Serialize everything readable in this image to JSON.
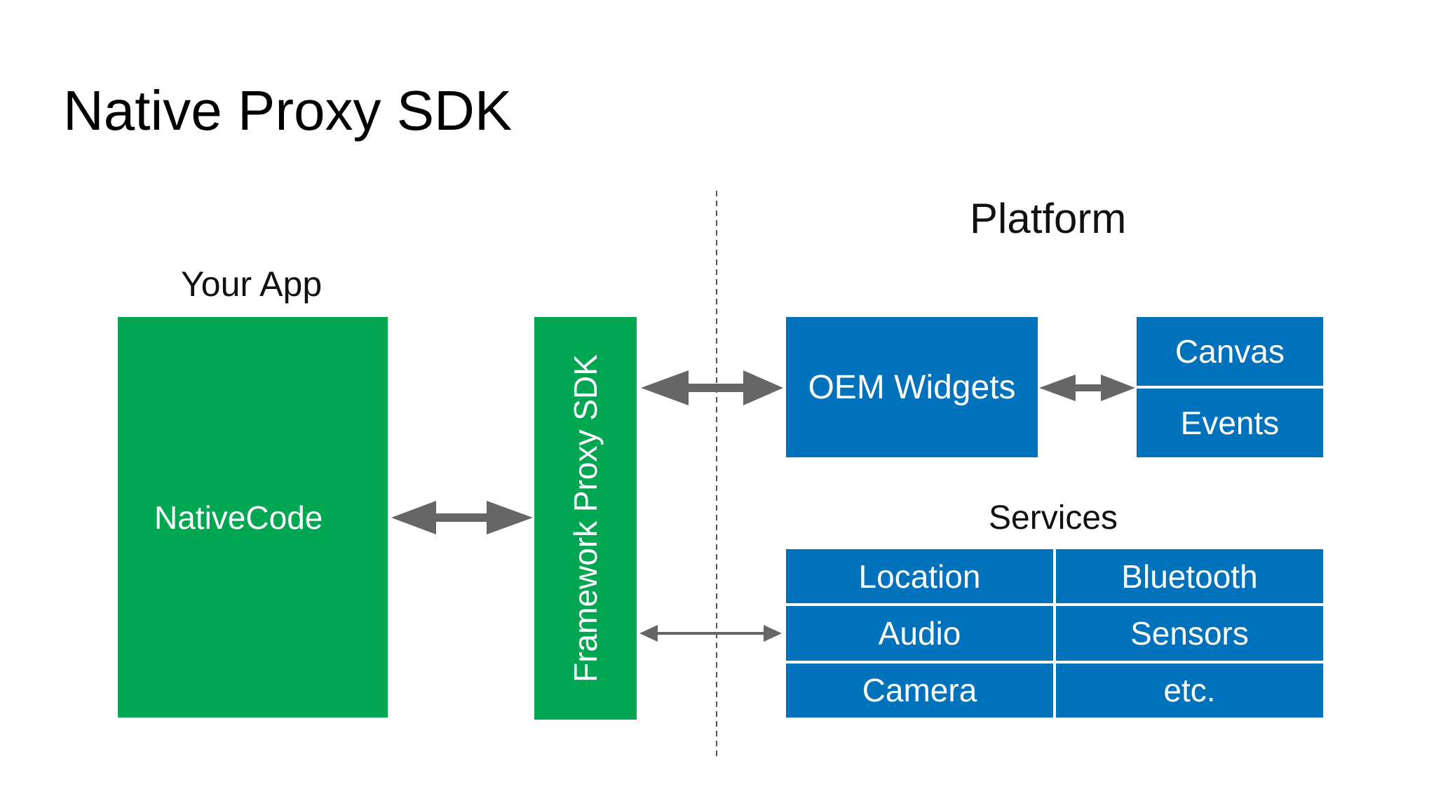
{
  "title": "Native Proxy SDK",
  "labels": {
    "your_app": "Your App",
    "platform": "Platform",
    "services": "Services"
  },
  "boxes": {
    "native_code": "NativeCode",
    "framework_sdk": "Framework Proxy SDK",
    "oem_widgets": "OEM Widgets",
    "canvas": "Canvas",
    "events": "Events"
  },
  "services": [
    "Location",
    "Bluetooth",
    "Audio",
    "Sensors",
    "Camera",
    "etc."
  ],
  "colors": {
    "green": "#00A651",
    "blue": "#0072BC",
    "arrow": "#666666",
    "divider": "#555555"
  }
}
